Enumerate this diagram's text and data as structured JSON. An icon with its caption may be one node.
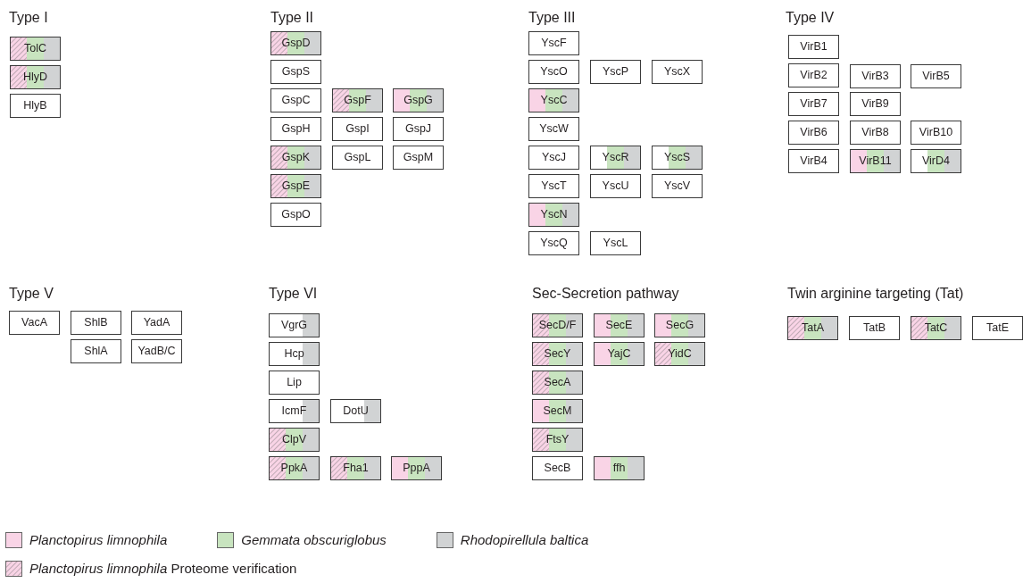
{
  "diagram": {
    "nodes": [
      {
        "text": [
          "TolC"
        ]
      },
      {
        "text": [
          "HlyD"
        ]
      },
      {
        "text": [
          "HlyB"
        ]
      },
      {
        "text": [
          "GspD"
        ]
      },
      {
        "text": [
          "GspS"
        ]
      },
      {
        "text": [
          "GspC"
        ]
      },
      {
        "text": [
          "GspF"
        ]
      },
      {
        "text": [
          "GspG"
        ]
      },
      {
        "text": [
          "GspH"
        ]
      },
      {
        "text": [
          "GspI"
        ]
      },
      {
        "text": [
          "GspJ"
        ]
      },
      {
        "text": [
          "GspK"
        ]
      },
      {
        "text": [
          "GspL"
        ]
      },
      {
        "text": [
          "GspM"
        ]
      },
      {
        "text": [
          "GspE"
        ]
      },
      {
        "text": [
          "GspO"
        ]
      },
      {
        "text": [
          "YscF"
        ]
      },
      {
        "text": [
          "YscO"
        ]
      },
      {
        "text": [
          "YscP"
        ]
      },
      {
        "text": [
          "YscX"
        ]
      },
      {
        "text": [
          "YscC"
        ]
      },
      {
        "text": [
          "YscW"
        ]
      },
      {
        "text": [
          "YscJ"
        ]
      },
      {
        "text": [
          "YscR"
        ]
      },
      {
        "text": [
          "YscS"
        ]
      },
      {
        "text": [
          "YscT"
        ]
      },
      {
        "text": [
          "YscU"
        ]
      },
      {
        "text": [
          "YscV"
        ]
      },
      {
        "text": [
          "YscN"
        ]
      },
      {
        "text": [
          "YscQ"
        ]
      },
      {
        "text": [
          "YscL"
        ]
      },
      {
        "text": [
          "VirB1"
        ]
      },
      {
        "text": [
          "VirB2"
        ]
      },
      {
        "text": [
          "VirB3"
        ]
      },
      {
        "text": [
          "VirB5"
        ]
      },
      {
        "text": [
          "VirB7"
        ]
      },
      {
        "text": [
          "VirB9"
        ]
      },
      {
        "text": [
          "VirB6"
        ]
      },
      {
        "text": [
          "VirB8"
        ]
      },
      {
        "text": [
          "VirB10"
        ]
      },
      {
        "text": [
          "VirB4"
        ]
      },
      {
        "text": [
          "VirB11"
        ]
      },
      {
        "text": [
          "VirD4"
        ]
      },
      {
        "text": [
          "VacA"
        ]
      },
      {
        "text": [
          "ShlB"
        ]
      },
      {
        "text": [
          "YadA"
        ]
      },
      {
        "text": [
          "ShlA"
        ]
      },
      {
        "text": [
          "YadB/C"
        ]
      },
      {
        "text": [
          "VgrG"
        ]
      },
      {
        "text": [
          "Hcp"
        ]
      },
      {
        "text": [
          "Lip"
        ]
      },
      {
        "text": [
          "IcmF"
        ]
      },
      {
        "text": [
          "DotU"
        ]
      },
      {
        "text": [
          "ClpV"
        ]
      },
      {
        "text": [
          "PpkA"
        ]
      },
      {
        "text": [
          "Fha1"
        ]
      },
      {
        "text": [
          "PppA"
        ]
      },
      {
        "text": [
          "SecD/F"
        ]
      },
      {
        "text": [
          "SecE"
        ]
      },
      {
        "text": [
          "SecG"
        ]
      },
      {
        "text": [
          "SecY"
        ]
      },
      {
        "text": [
          "YajC"
        ]
      },
      {
        "text": [
          "YidC"
        ]
      },
      {
        "text": [
          "SecA"
        ]
      },
      {
        "text": [
          "SecM"
        ]
      },
      {
        "text": [
          "FtsY"
        ]
      },
      {
        "text": [
          "SecB"
        ]
      },
      {
        "text": [
          "ffh"
        ]
      },
      {
        "text": [
          "TatA"
        ]
      },
      {
        "text": [
          "TatB"
        ]
      },
      {
        "text": [
          "TatC"
        ]
      },
      {
        "text": [
          "TatE"
        ]
      }
    ],
    "labels": [
      "Type I",
      "Type II",
      "Type III",
      "Type IV",
      "Type V",
      "Type VI",
      "Sec-Secretion pathway",
      "Twin arginine targeting (Tat)"
    ],
    "legend": [
      {
        "text": "Planctopirus limnophila",
        "color": "#f9d4e6"
      },
      {
        "text": "Gemmata obscuriglobus",
        "color": "#c8e4bf"
      },
      {
        "text": "Rhodopirellula baltica",
        "color": "#d1d3d4"
      },
      {
        "text": "*Planctopirus limnophila* Proteome verification"
      }
    ]
  }
}
